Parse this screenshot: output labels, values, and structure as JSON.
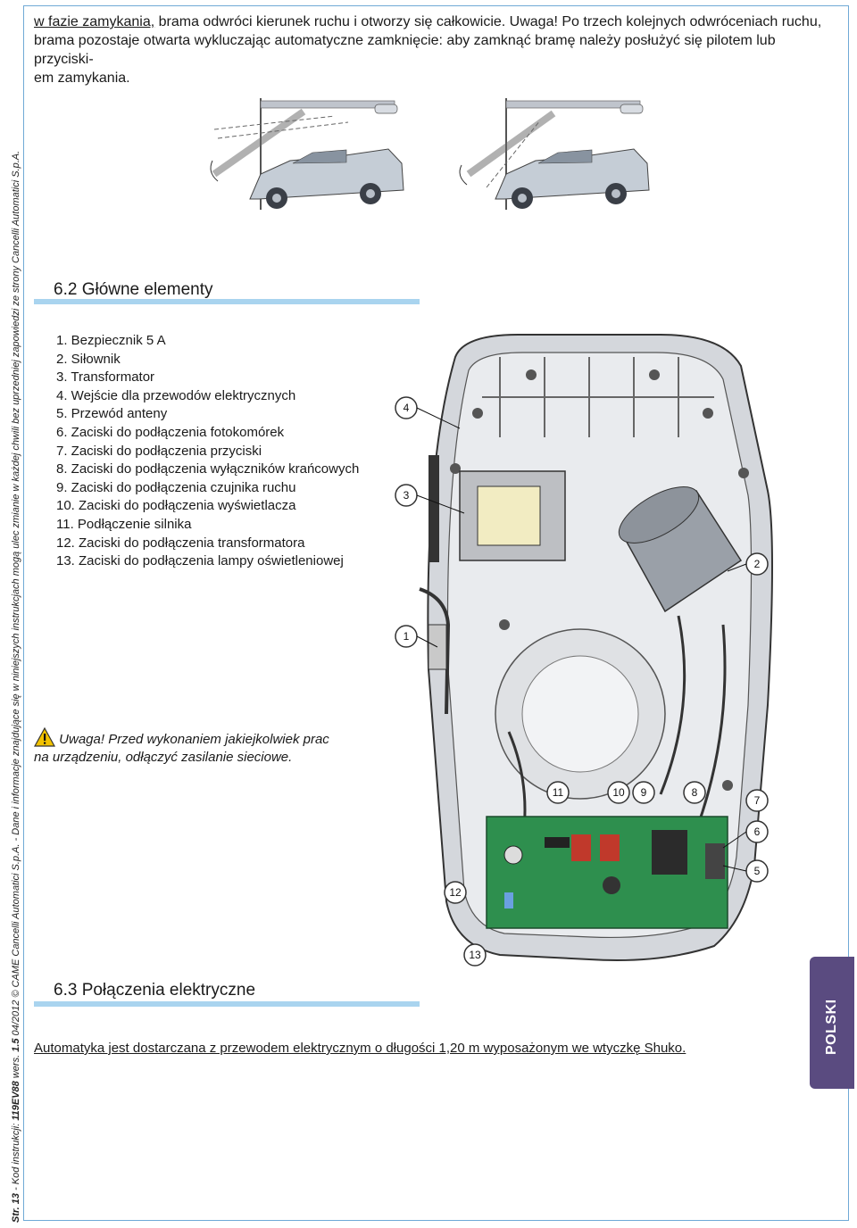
{
  "intro": {
    "line1_link": "w fazie zamykania,",
    "line1_rest": " brama odwróci kierunek ruchu i otworzy się całkowicie. Uwaga! Po trzech kolejnych odwróceniach ruchu,",
    "line2": "brama pozostaje otwarta wykluczając automatyczne zamknięcie: aby zamknąć bramę należy posłużyć się pilotem lub przyciski-",
    "line3": "em zamykania."
  },
  "section_main": {
    "title": "6.2 Główne elementy"
  },
  "components": [
    "1.  Bezpiecznik 5 A",
    "2.  Siłownik",
    "3.  Transformator",
    "4.  Wejście dla przewodów elektrycznych",
    "5.  Przewód anteny",
    "6.  Zaciski do podłączenia fotokomórek",
    "7.  Zaciski do podłączenia przyciski",
    "8.  Zaciski do podłączenia wyłączników krańcowych",
    "9.  Zaciski do podłączenia czujnika ruchu",
    "10. Zaciski do podłączenia wyświetlacza",
    "11. Podłączenie silnika",
    "12. Zaciski do podłączenia transformatora",
    "13. Zaciski do podłączenia lampy oświetleniowej"
  ],
  "callouts": [
    "4",
    "3",
    "1",
    "2",
    "11",
    "10",
    "9",
    "8",
    "7",
    "6",
    "5",
    "12",
    "13"
  ],
  "warning": {
    "line1": "Uwaga! Przed wykonaniem jakiejkolwiek prac",
    "line2": "na urządzeniu, odłączyć zasilanie sieciowe."
  },
  "section_electric": {
    "title": "6.3 Połączenia elektryczne"
  },
  "electric_text": "Automatyka jest dostarczana z przewodem elektrycznym o długości 1,20 m wyposażonym we wtyczkę Shuko.",
  "sidebar": {
    "page": "Str. 13",
    "code_label": " - Kod instrukcji: ",
    "code": "119EV88",
    "version_label": " wers. ",
    "version": "1.5",
    "rest": "  04/2012  © CAME Cancelli Automatici S.p.A. - Dane i informacje znajdujące się w niniejszych instrukcjach mogą ulec zmianie w każdej chwili bez uprzedniej zapowiedzi ze strony Cancelli Automatici S.p.A."
  },
  "language_tab": "POLSKI",
  "colors": {
    "rule": "#a9d4ef",
    "frame": "#6fa9d6",
    "tab": "#5a4b80",
    "pcb": "#2e8f4e"
  }
}
